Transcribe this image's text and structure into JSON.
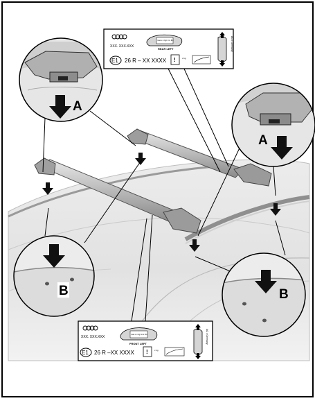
{
  "callouts": {
    "top_left_label": "A",
    "top_right_label": "A",
    "bottom_left_label": "B",
    "bottom_right_label": "B"
  },
  "rear_label": {
    "part_number": "XXX. XXX.XXX",
    "approval": "26 R –  XX XXXX",
    "e_mark": "E1",
    "load_text": "max.x.x kg/ xxx lbs",
    "position": "REAR LEFT",
    "origin": "AG • Germany",
    "weight": "x kg"
  },
  "front_label": {
    "part_number": "XXX. XXX.XXX",
    "approval": "26 R –XX XXXX",
    "e_mark": "E1",
    "load_text": "max.x.x kg/ xxx lbs",
    "position": "FRONT LEFT",
    "origin": "AG • Germany",
    "weight": "x kg"
  }
}
